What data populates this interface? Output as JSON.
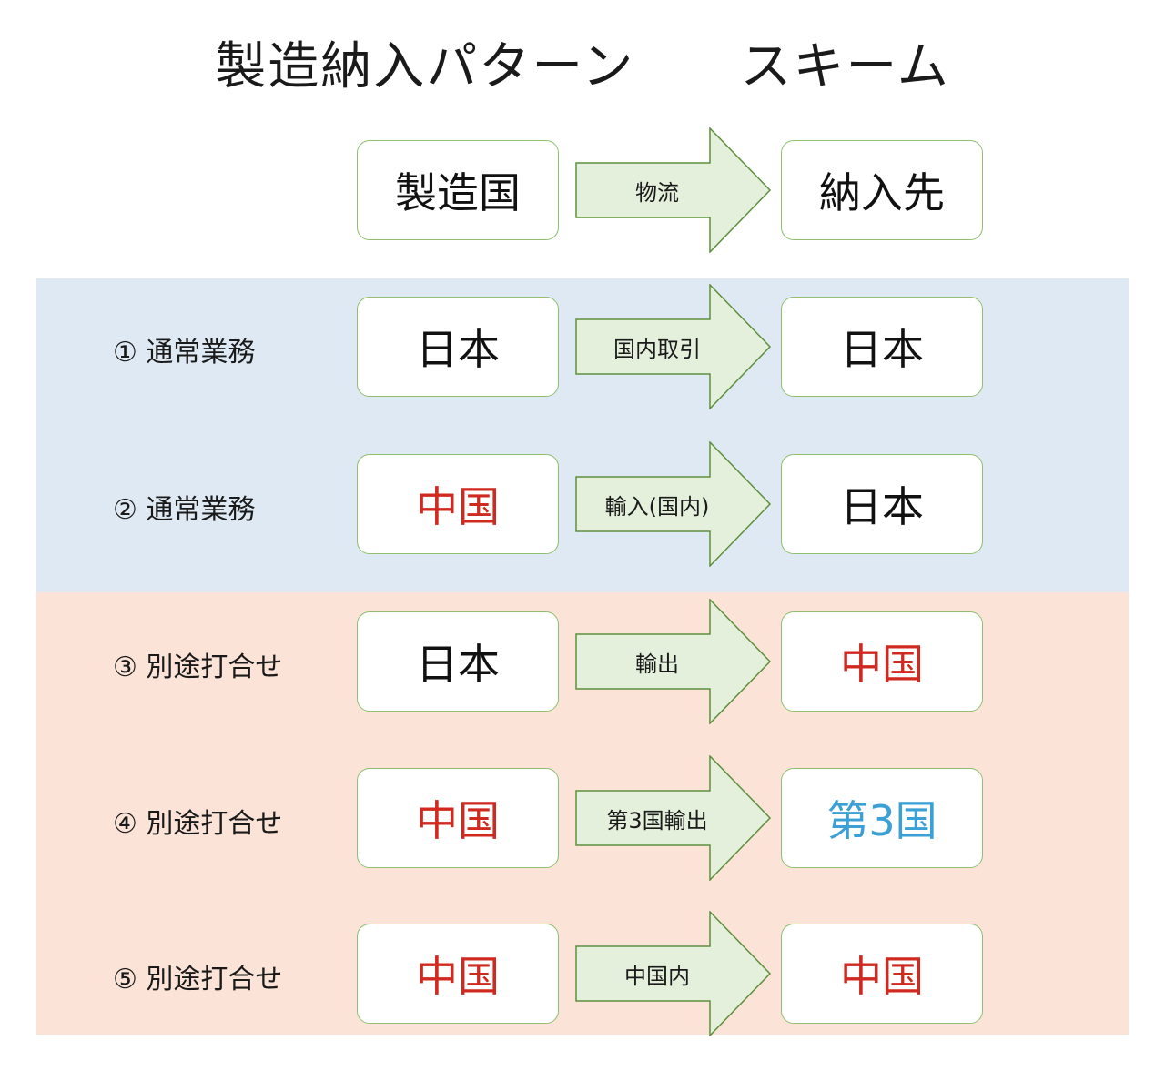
{
  "title": "製造納入パターン　　スキーム",
  "colors": {
    "band_blue": "#dfe9f3",
    "band_salmon": "#fbe3d8",
    "arrow_fill": "#e4f0dc",
    "arrow_stroke": "#5d8f3c",
    "box_border": "#8fbf6f",
    "red": "#d0291f",
    "blue": "#3aa0d5",
    "black": "#111111"
  },
  "header": {
    "left": "製造国",
    "arrow": "物流",
    "right": "納入先"
  },
  "rows": [
    {
      "label": "① 通常業務",
      "left": "日本",
      "left_color": "black",
      "arrow": "国内取引",
      "right": "日本",
      "right_color": "black"
    },
    {
      "label": "② 通常業務",
      "left": "中国",
      "left_color": "red",
      "arrow": "輸入(国内)",
      "right": "日本",
      "right_color": "black"
    },
    {
      "label": "③ 別途打合せ",
      "left": "日本",
      "left_color": "black",
      "arrow": "輸出",
      "right": "中国",
      "right_color": "red"
    },
    {
      "label": "④ 別途打合せ",
      "left": "中国",
      "left_color": "red",
      "arrow": "第3国輸出",
      "right": "第3国",
      "right_color": "blue"
    },
    {
      "label": "⑤ 別途打合せ",
      "left": "中国",
      "left_color": "red",
      "arrow": "中国内",
      "right": "中国",
      "right_color": "red"
    }
  ]
}
